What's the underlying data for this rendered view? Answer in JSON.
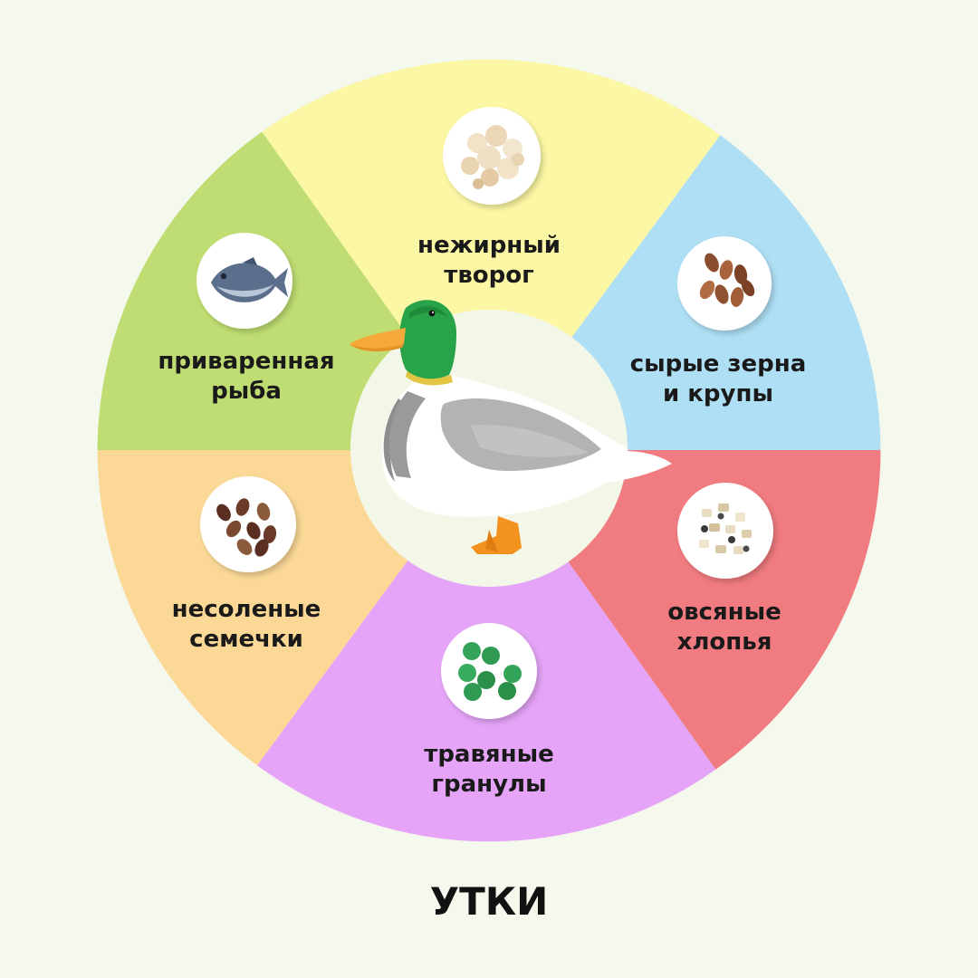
{
  "title": "УТКИ",
  "colors": {
    "background": "#f5f8ec",
    "hub": "#f3f7e8",
    "fish": "#bfdd72",
    "cottage_cheese": "#fbf7a4",
    "grains": "#aedff4",
    "oats": "#f07b80",
    "pellets": "#e5a4f7",
    "seeds": "#fbd896"
  },
  "segments": [
    {
      "id": "cottage-cheese",
      "lines": [
        "нежирный",
        "творог"
      ],
      "icon": "cottage-cheese-icon"
    },
    {
      "id": "grains",
      "lines": [
        "сырые зерна",
        "и крупы"
      ],
      "icon": "grains-icon"
    },
    {
      "id": "oats",
      "lines": [
        "овсяные",
        "хлопья"
      ],
      "icon": "oat-flakes-icon"
    },
    {
      "id": "pellets",
      "lines": [
        "травяные",
        "гранулы"
      ],
      "icon": "green-pellets-icon"
    },
    {
      "id": "seeds",
      "lines": [
        "несоленые",
        "семечки"
      ],
      "icon": "seeds-icon"
    },
    {
      "id": "fish",
      "lines": [
        "приваренная",
        "рыба"
      ],
      "icon": "fish-icon"
    }
  ]
}
